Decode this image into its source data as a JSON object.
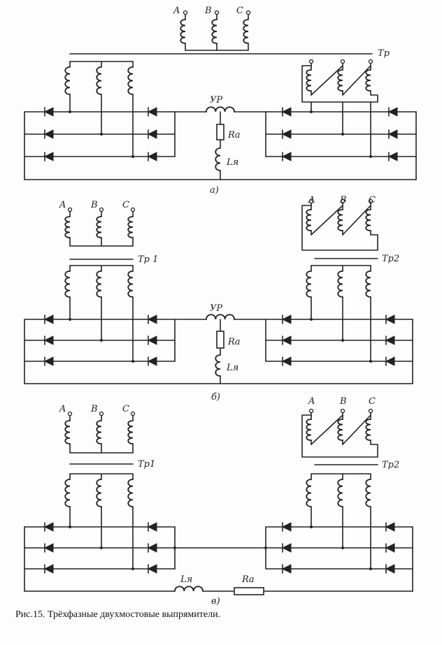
{
  "caption": "Рис.15. Трёхфазные двухмостовые выпрямители.",
  "panels": [
    {
      "id": "a",
      "sublabel": "а)",
      "phases": [
        "A",
        "B",
        "C"
      ],
      "transformer_label": "Тр",
      "reactor_label": "УР",
      "resistor_label": "Rа",
      "inductor_label": "Lя"
    },
    {
      "id": "b",
      "sublabel": "б)",
      "phases_left": [
        "A",
        "B",
        "C"
      ],
      "phases_right": [
        "A",
        "B",
        "C"
      ],
      "transformer1_label": "Тр 1",
      "transformer2_label": "Тр2",
      "reactor_label": "УР",
      "resistor_label": "Rа",
      "inductor_label": "Lя"
    },
    {
      "id": "c",
      "sublabel": "в)",
      "phases_left": [
        "A",
        "B",
        "C"
      ],
      "phases_right": [
        "A",
        "B",
        "C"
      ],
      "transformer1_label": "Тр1",
      "transformer2_label": "Тр2",
      "resistor_label": "Rа",
      "inductor_label": "Lя"
    }
  ]
}
